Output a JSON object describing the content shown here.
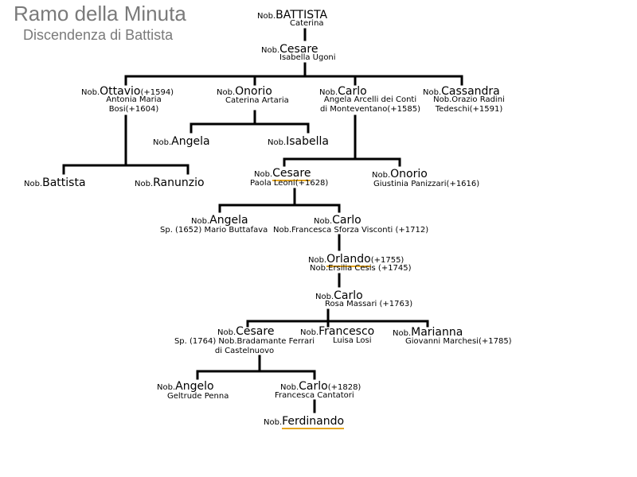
{
  "title": "Ramo della Minuta",
  "subtitle": "Discendenza di Battista",
  "prefix": "Nob.",
  "people": {
    "battista": {
      "name": "BATTISTA",
      "spouse": "Caterina"
    },
    "cesare1": {
      "name": "Cesare",
      "spouse": "Isabella Ugoni"
    },
    "ottavio": {
      "name": "Ottavio",
      "date": "(+1594)",
      "spouse1": "Antonia Maria",
      "spouse2": "Bosi(+1604)"
    },
    "onorio1": {
      "name": "Onorio",
      "spouse": "Caterina Artaria"
    },
    "carlo1": {
      "name": "Carlo",
      "spouse1": "Angela Arcelli dei Conti",
      "spouse2": "di Monteventano(+1585)"
    },
    "cassandra": {
      "name": "Cassandra",
      "spouse1": "Nob.Orazio Radini",
      "spouse2": "Tedeschi(+1591)"
    },
    "angela1": {
      "name": "Angela"
    },
    "isabella": {
      "name": "Isabella"
    },
    "battista2": {
      "name": "Battista"
    },
    "ranunzio": {
      "name": "Ranunzio"
    },
    "cesare2": {
      "name": "Cesare",
      "spouse": "Paola Leoni(+1628)"
    },
    "onorio2": {
      "name": "Onorio",
      "spouse": "Giustinia Panizzari(+1616)"
    },
    "angela2": {
      "name": "Angela",
      "spouse": "Sp. (1652) Mario Buttafava"
    },
    "carlo2": {
      "name": "Carlo",
      "spouse": "Nob.Francesca Sforza Visconti (+1712)"
    },
    "orlando": {
      "name": "Orlando",
      "date": "(+1755)",
      "spouse": "Nob.Ersilia Cesis (+1745)"
    },
    "carlo3": {
      "name": "Carlo",
      "spouse": "Rosa Massari (+1763)"
    },
    "cesare3": {
      "name": "Cesare",
      "spouse1": "Sp. (1764) Nob.Bradamante Ferrari",
      "spouse2": "di Castelnuovo"
    },
    "francesco": {
      "name": "Francesco",
      "spouse": "Luisa Losi"
    },
    "marianna": {
      "name": "Marianna",
      "spouse": "Giovanni Marchesi(+1785)"
    },
    "angelo": {
      "name": "Angelo",
      "spouse": "Geltrude Penna"
    },
    "carlo4": {
      "name": "Carlo",
      "date": "(+1828)",
      "spouse": "Francesca Cantatori"
    },
    "ferdinando": {
      "name": "Ferdinando"
    }
  }
}
